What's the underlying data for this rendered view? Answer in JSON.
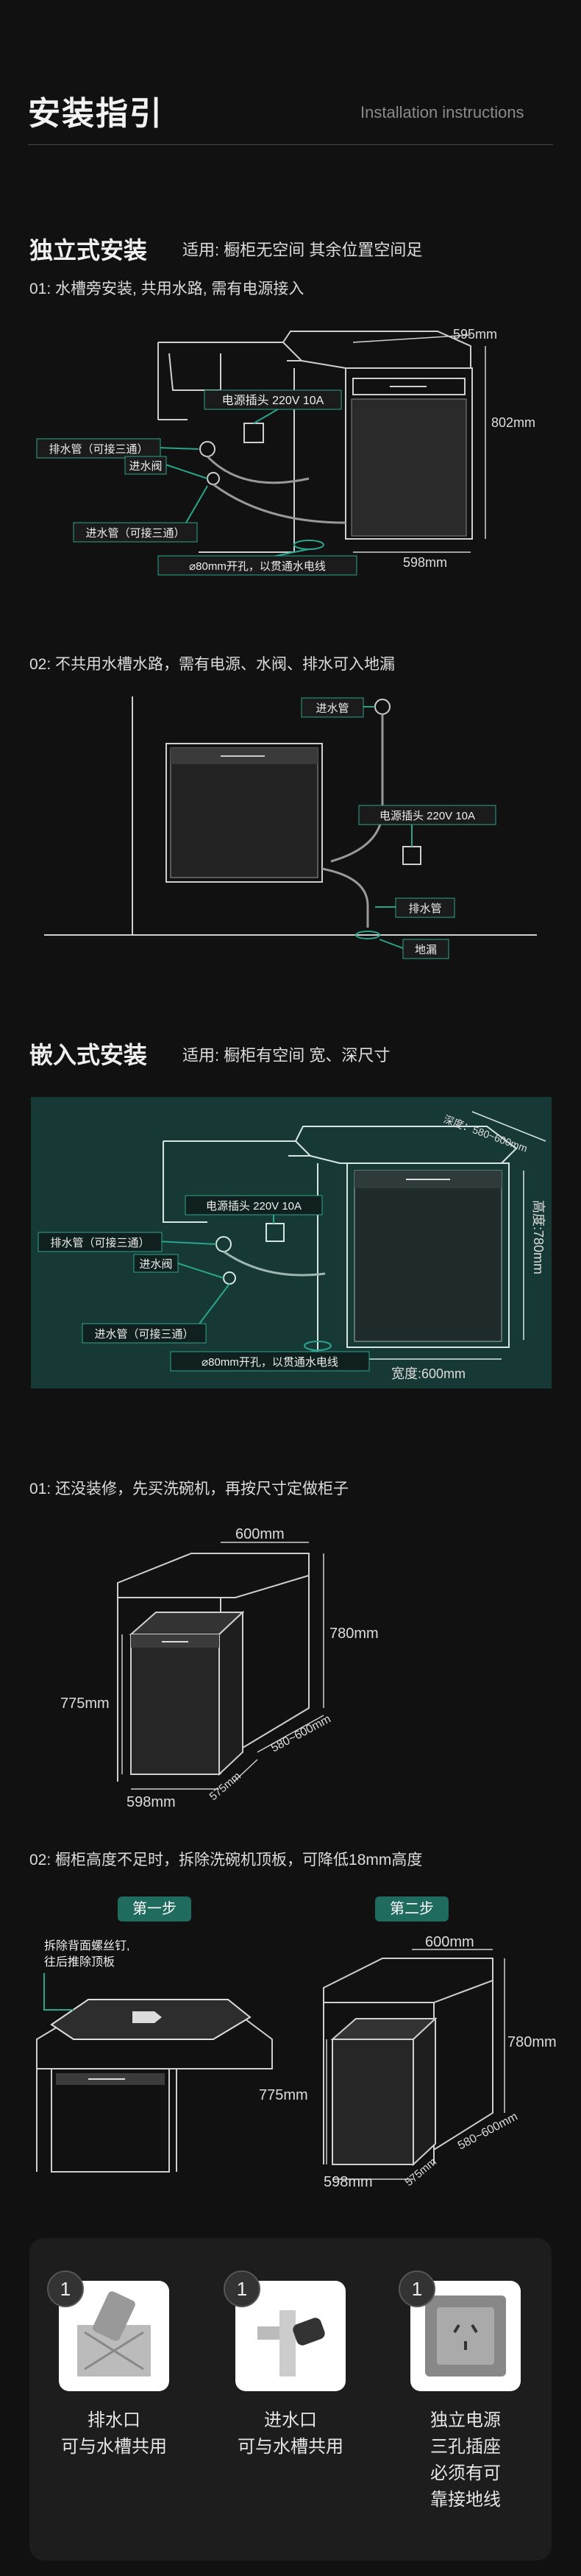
{
  "header": {
    "title": "安装指引",
    "subtitle_en": "Installation instructions"
  },
  "standalone": {
    "title": "独立式安装",
    "note": "适用: 橱柜无空间  其余位置空间足",
    "step1": "01: 水槽旁安装, 共用水路, 需有电源接入",
    "step2": "02: 不共用水槽水路，需有电源、水阀、排水可入地漏",
    "d1": {
      "power": "电源插头 220V 10A",
      "drain": "排水管（可接三通）",
      "valve": "进水阀",
      "inlet": "进水管（可接三通）",
      "hole": "⌀80mm开孔，以贯通水电线",
      "w": "595mm",
      "h": "802mm",
      "d": "598mm"
    },
    "d2": {
      "inlet": "进水管",
      "power": "电源插头 220V 10A",
      "drain": "排水管",
      "floor": "地漏"
    }
  },
  "built_in": {
    "title": "嵌入式安装",
    "note": "适用: 橱柜有空间  宽、深尺寸",
    "d": {
      "power": "电源插头 220V 10A",
      "drain": "排水管（可接三通）",
      "valve": "进水阀",
      "inlet": "进水管（可接三通）",
      "hole": "⌀80mm开孔，以贯通水电线",
      "depth": "深度：580~600mm",
      "height": "高度:780mm",
      "width": "宽度:600mm"
    },
    "step1": "01: 还没装修，先买洗碗机，再按尺寸定做柜子",
    "step1_dims": {
      "w": "600mm",
      "h": "780mm",
      "mh": "775mm",
      "depth": "580~600mm",
      "mw": "598mm",
      "md": "575mm"
    },
    "step2": "02: 橱柜高度不足时，拆除洗碗机顶板，可降低18mm高度",
    "pill1": "第一步",
    "pill2": "第二步",
    "screw_note": [
      "拆除背面螺丝钉,",
      "往后推除顶板"
    ],
    "step2_dims": {
      "w": "600mm",
      "h": "780mm",
      "mh": "775mm",
      "depth": "580~600mm",
      "mw": "598mm",
      "md": "575mm"
    }
  },
  "features": [
    {
      "num": "1",
      "icon": "floor-drain-icon",
      "lines": [
        "排水口",
        "可与水槽共用"
      ]
    },
    {
      "num": "1",
      "icon": "angle-valve-icon",
      "lines": [
        "进水口",
        "可与水槽共用"
      ]
    },
    {
      "num": "1",
      "icon": "socket-icon",
      "lines": [
        "独立电源",
        "三孔插座",
        "必须有可",
        "靠接地线"
      ]
    }
  ],
  "colors": {
    "accent": "#2aa58c",
    "bg": "#111111",
    "tag": "#2aa58c"
  }
}
